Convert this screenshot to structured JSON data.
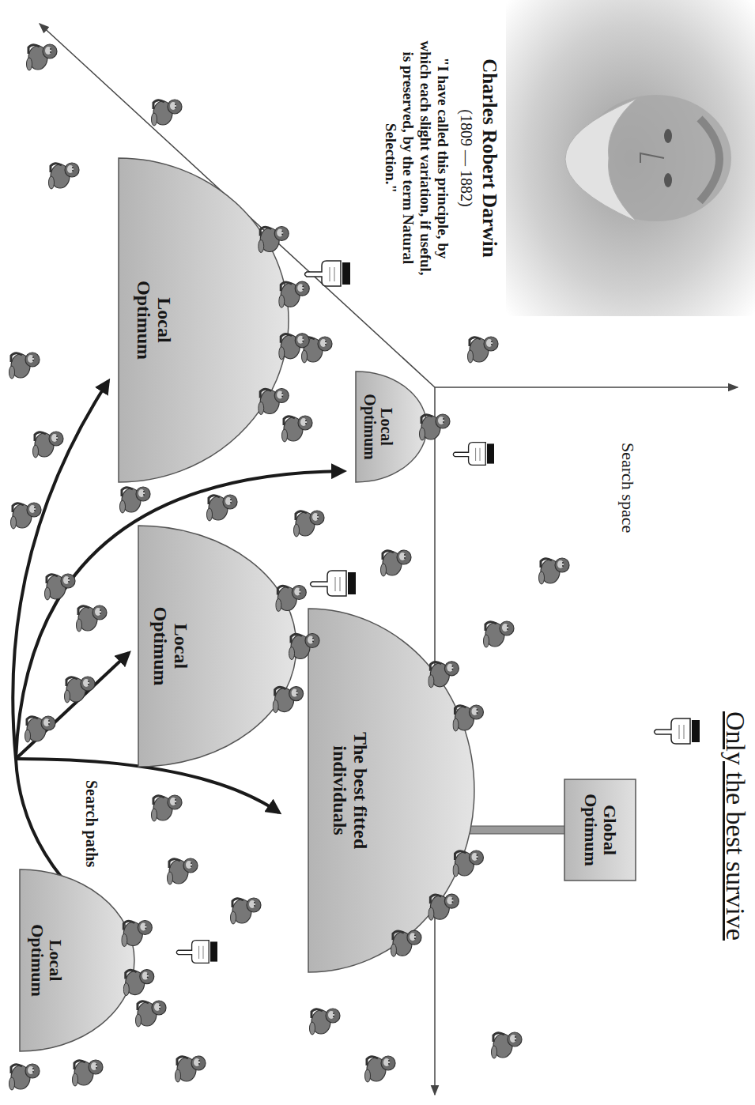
{
  "diagram": {
    "title": "Only the best survive",
    "nodes": [
      {
        "text": [
          "Local Optimum"
        ]
      },
      {
        "text": [
          "Local Optimum"
        ]
      },
      {
        "text": [
          "Global Optimum"
        ]
      },
      {
        "text": [
          "The best fitted individuals"
        ]
      },
      {
        "text": [
          "Local Optimum"
        ]
      },
      {
        "text": [
          "Local Optimum"
        ]
      }
    ],
    "labels": [
      "Charles Robert Darwin",
      "(1809 — 1882)",
      "\"I have called this principle, by which each slight variation, if useful, is preserved, by the term Natural Selection.\"",
      "Search space",
      "Search paths"
    ]
  }
}
